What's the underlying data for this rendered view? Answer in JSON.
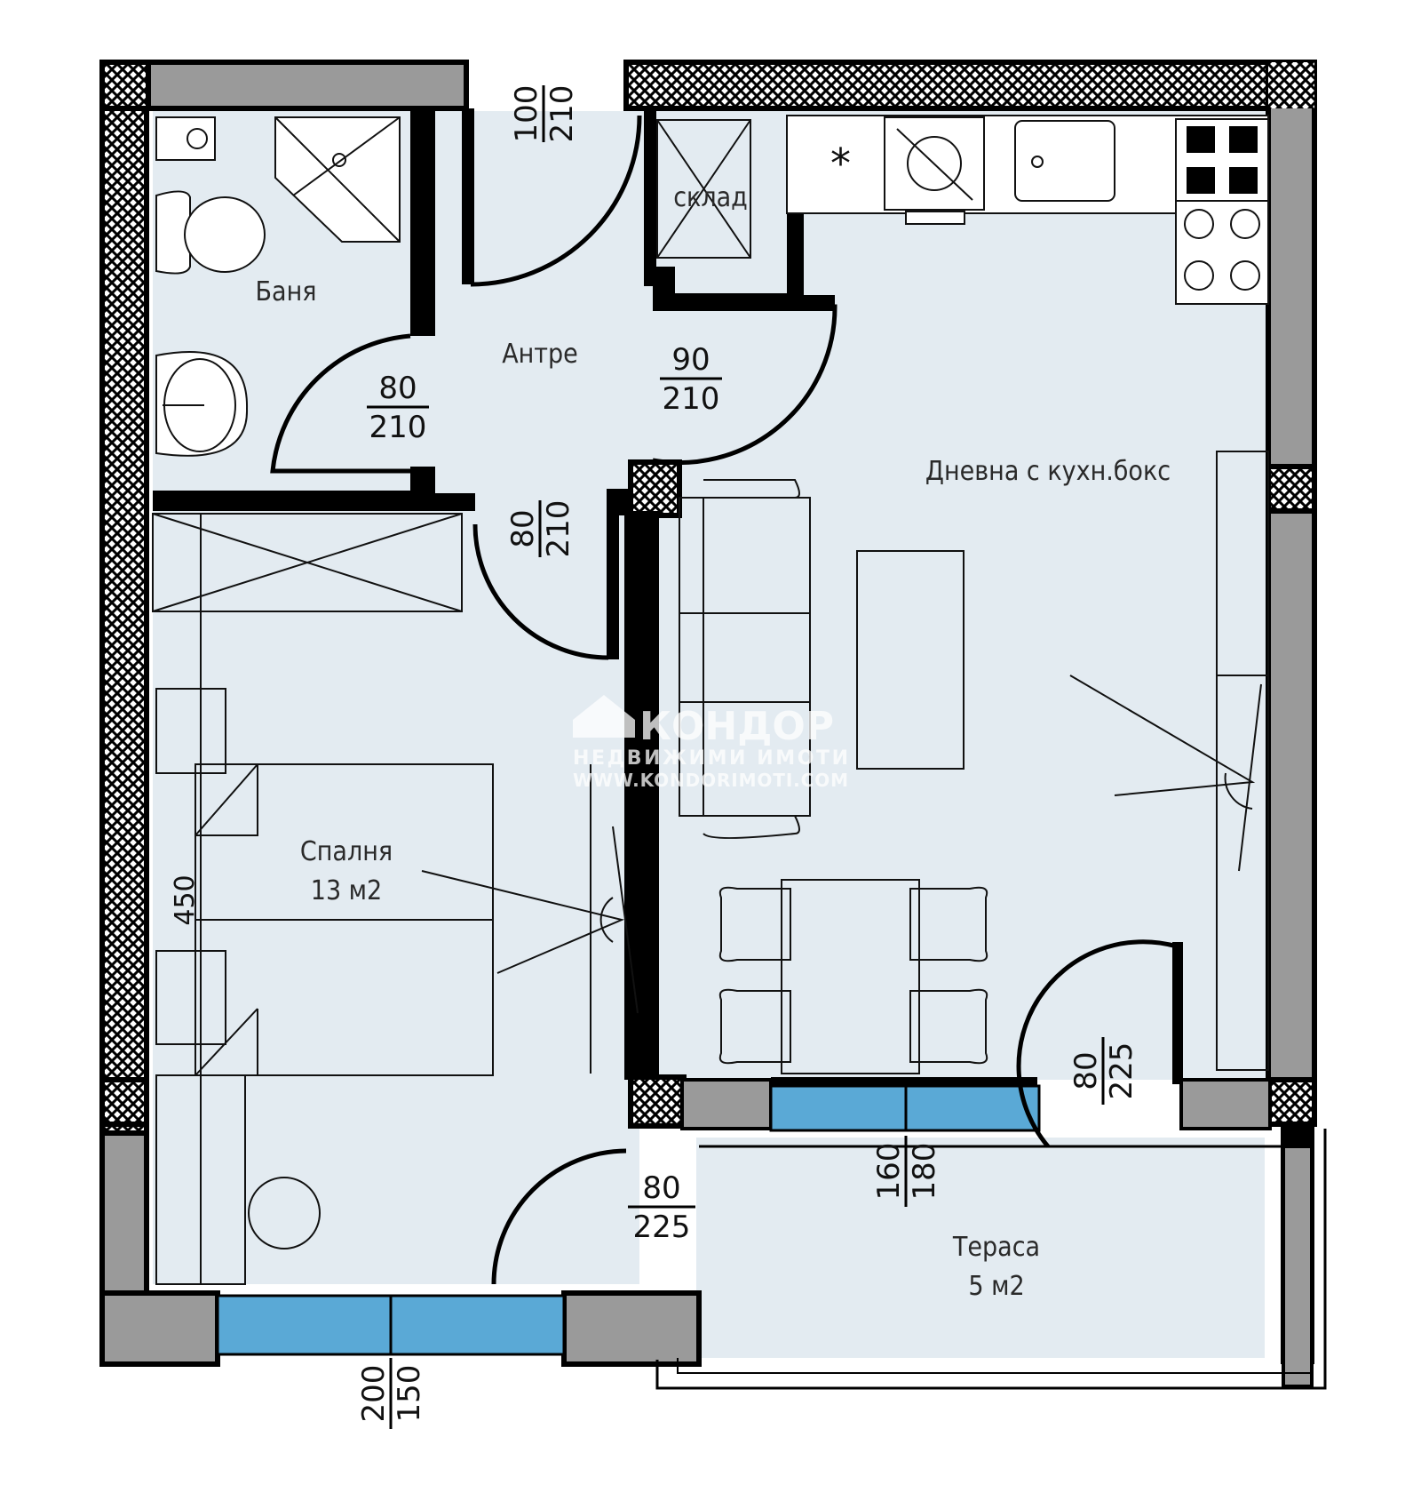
{
  "rooms": {
    "bathroom": "Баня",
    "hall": "Антре",
    "storage": "склад",
    "living": "Дневна с кухн.бокс",
    "bedroom": "Спалня",
    "bedroom_area": "13 м2",
    "terrace": "Тераса",
    "terrace_area": "5 м2"
  },
  "dimensions": {
    "entrance_door": [
      "100",
      "210"
    ],
    "bathroom_door": [
      "80",
      "210"
    ],
    "living_door": [
      "90",
      "210"
    ],
    "bedroom_door": [
      "80",
      "210"
    ],
    "bedroom_terrace_door": [
      "80",
      "225"
    ],
    "living_terrace_door": [
      "80",
      "225"
    ],
    "living_window": [
      "160",
      "180"
    ],
    "bedroom_window": [
      "200",
      "150"
    ],
    "wardrobe": "450"
  },
  "watermark": {
    "brand": "КОНДОР",
    "subtitle": "НЕДВИЖИМИ ИМОТИ",
    "url": "WWW.KONDORIMOTI.COM"
  },
  "colors": {
    "floor": "#e3ebf1",
    "wall": "#000000",
    "window_glass": "#5aa9d6",
    "column": "#9a9a9a"
  }
}
